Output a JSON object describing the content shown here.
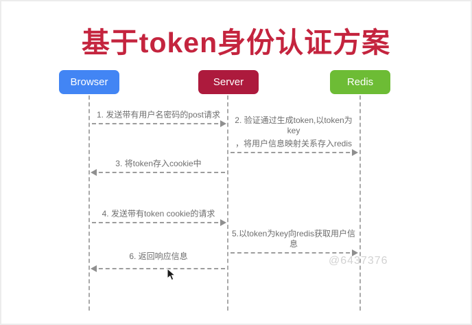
{
  "title": "基于token身份认证方案",
  "colors": {
    "title_red": "#c4243e",
    "browser_blue": "#4285f4",
    "server_crimson": "#ad1a3d",
    "redis_green": "#6dbc35",
    "line_gray": "#9c9c9c",
    "label_gray": "#6e6e6e"
  },
  "actors": {
    "browser": {
      "label": "Browser",
      "color": "#4285f4"
    },
    "server": {
      "label": "Server",
      "color": "#ad1a3d"
    },
    "redis": {
      "label": "Redis",
      "color": "#6dbc35"
    }
  },
  "messages": [
    {
      "from": "Browser",
      "to": "Server",
      "direction": "right",
      "label": "1. 发送带有用户名密码的post请求"
    },
    {
      "from": "Server",
      "to": "Redis",
      "direction": "right",
      "label": "2. 验证通过生成token,以token为key",
      "label2": "，将用户信息映射关系存入redis"
    },
    {
      "from": "Server",
      "to": "Browser",
      "direction": "left",
      "label": "3. 将token存入cookie中"
    },
    {
      "from": "Browser",
      "to": "Server",
      "direction": "right",
      "label": "4. 发送带有token cookie的请求"
    },
    {
      "from": "Server",
      "to": "Redis",
      "direction": "right",
      "label": "5.以token为key向redis获取用户信息"
    },
    {
      "from": "Server",
      "to": "Browser",
      "direction": "left",
      "label": "6. 返回响应信息"
    }
  ],
  "watermark": "@6437376"
}
